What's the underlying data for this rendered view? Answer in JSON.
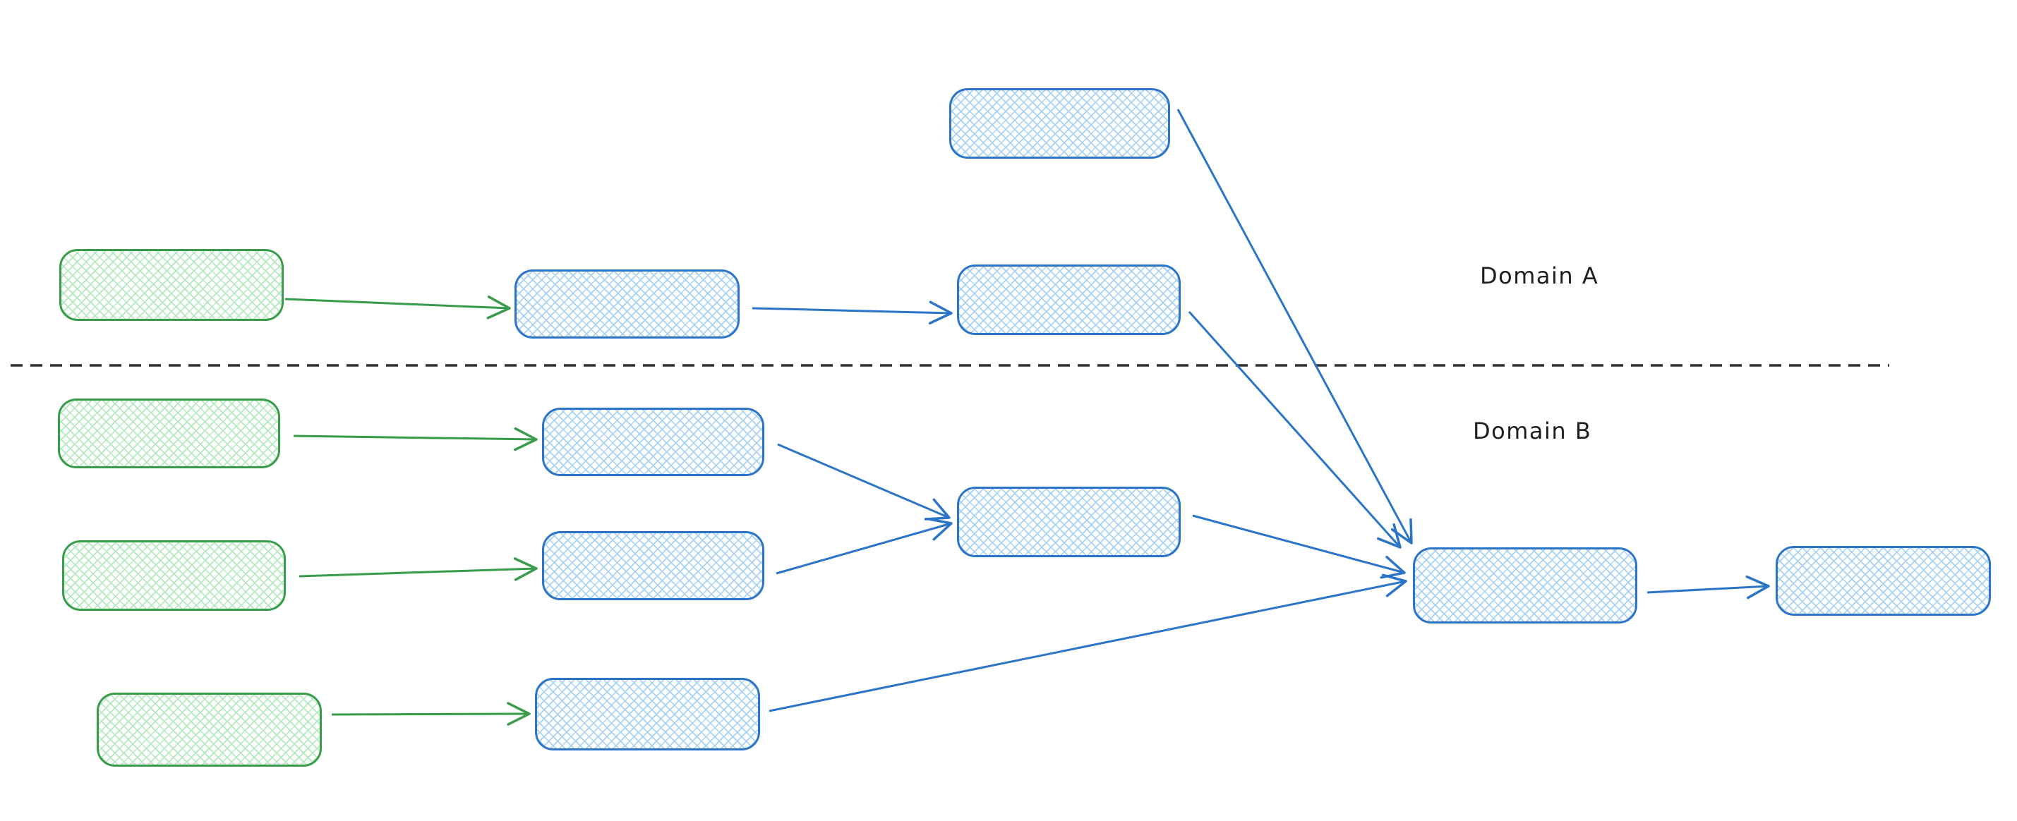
{
  "diagram": {
    "labels": {
      "domain_a": "Domain A",
      "domain_b": "Domain B"
    },
    "colors": {
      "blue_stroke": "#2b74c8",
      "blue_hatch": "#a8d2f5",
      "green_stroke": "#389c4b",
      "green_hatch": "#b4e8bf",
      "divider": "#2f2f2f",
      "text": "#1e1e1e",
      "canvas_bg": "#ffffff"
    },
    "nodes": [
      {
        "id": "domain-a-top-source",
        "color": "blue",
        "label": ""
      },
      {
        "id": "domain-a-green-source",
        "color": "green",
        "label": ""
      },
      {
        "id": "domain-a-stage-1",
        "color": "blue",
        "label": ""
      },
      {
        "id": "domain-a-stage-2",
        "color": "blue",
        "label": ""
      },
      {
        "id": "domain-b-green-source-1",
        "color": "green",
        "label": ""
      },
      {
        "id": "domain-b-stage-1a",
        "color": "blue",
        "label": ""
      },
      {
        "id": "domain-b-green-source-2",
        "color": "green",
        "label": ""
      },
      {
        "id": "domain-b-stage-1b",
        "color": "blue",
        "label": ""
      },
      {
        "id": "domain-b-merge",
        "color": "blue",
        "label": ""
      },
      {
        "id": "domain-b-green-source-3",
        "color": "green",
        "label": ""
      },
      {
        "id": "domain-b-stage-1c",
        "color": "blue",
        "label": ""
      },
      {
        "id": "join-node",
        "color": "blue",
        "label": ""
      },
      {
        "id": "final-node",
        "color": "blue",
        "label": ""
      }
    ]
  }
}
